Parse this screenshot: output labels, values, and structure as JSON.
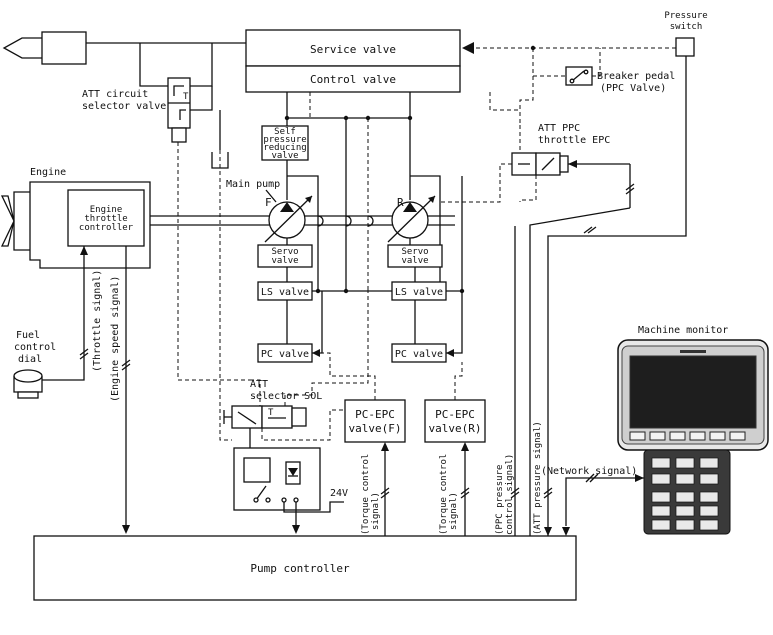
{
  "labels": {
    "pressure_switch": [
      "Pressure",
      "switch"
    ],
    "service_valve": "Service valve",
    "control_valve": "Control valve",
    "breaker_pedal": [
      "Breaker pedal",
      "(PPC Valve)"
    ],
    "att_circuit_selector": [
      "ATT circuit",
      "selector valve"
    ],
    "att_ppc_throttle": [
      "ATT PPC",
      "throttle EPC"
    ],
    "self_pressure": [
      "Self",
      "pressure",
      "reducing",
      "valve"
    ],
    "engine": "Engine",
    "engine_throttle": [
      "Engine",
      "throttle",
      "controller"
    ],
    "main_pump": "Main pump",
    "pump_f": "F",
    "pump_r": "R",
    "servo_valve": [
      "Servo",
      "valve"
    ],
    "ls_valve": "LS valve",
    "pc_valve": "PC valve",
    "fuel_dial": [
      "Fuel",
      "control",
      "dial"
    ],
    "att_selector_sol": [
      "ATT",
      "selector SOL"
    ],
    "pc_epc_f": [
      "PC-EPC",
      "valve(F)"
    ],
    "pc_epc_r": [
      "PC-EPC",
      "valve(R)"
    ],
    "voltage": "24V",
    "machine_monitor": "Machine monitor",
    "network_signal": "(Network signal)",
    "pump_controller": "Pump controller",
    "throttle_signal": "(Throttle signal)",
    "engine_speed_signal": "(Engine speed signal)",
    "torque_signal": [
      "(Torque control",
      "signal)"
    ],
    "ppc_pressure_signal": [
      "(PPC pressure",
      "control signal)"
    ],
    "att_pressure_signal": "(ATT pressure signal)",
    "port_t": "T"
  }
}
